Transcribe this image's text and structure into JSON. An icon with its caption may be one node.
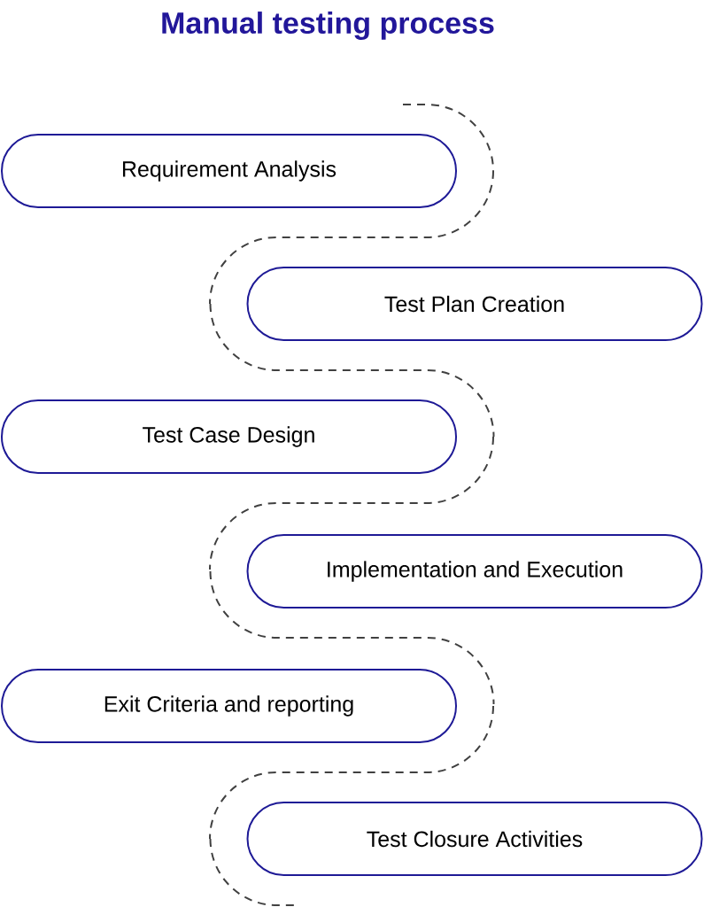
{
  "diagram": {
    "title": "Manual testing process",
    "nodes": [
      {
        "text": [
          "Requirement Analysis"
        ]
      },
      {
        "text": [
          "Test Plan Creation"
        ]
      },
      {
        "text": [
          "Test Case Design"
        ]
      },
      {
        "text": [
          "Implementation and Execution"
        ]
      },
      {
        "text": [
          "Exit Criteria and reporting"
        ]
      },
      {
        "text": [
          "Test Closure Activities"
        ]
      }
    ],
    "edges": [
      {
        "from": null,
        "to": 0,
        "arrow": "none",
        "style": "dashed"
      },
      {
        "from": 0,
        "to": 1,
        "arrow": "none",
        "style": "dashed"
      },
      {
        "from": 1,
        "to": 2,
        "arrow": "none",
        "style": "dashed"
      },
      {
        "from": 2,
        "to": 3,
        "arrow": "none",
        "style": "dashed"
      },
      {
        "from": 3,
        "to": 4,
        "arrow": "none",
        "style": "dashed"
      },
      {
        "from": 4,
        "to": 5,
        "arrow": "none",
        "style": "dashed"
      },
      {
        "from": 5,
        "to": null,
        "arrow": "none",
        "style": "dashed"
      }
    ]
  }
}
